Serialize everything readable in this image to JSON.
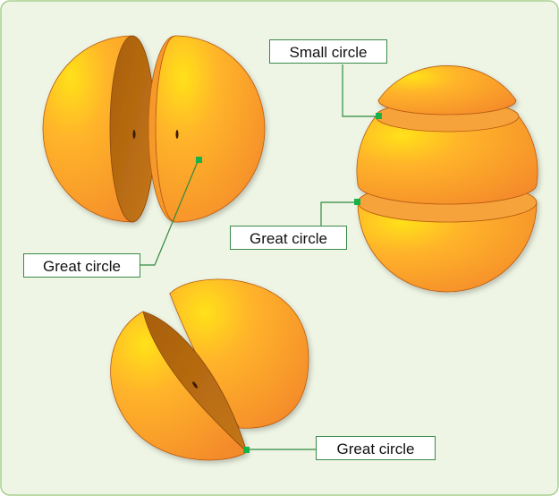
{
  "labels": {
    "small_circle": "Small circle",
    "great_circle_left": "Great circle",
    "great_circle_right": "Great circle",
    "great_circle_bottom": "Great circle"
  },
  "colors": {
    "background": "#eef5e4",
    "frame": "#a9d18e",
    "sphere_light": "#ffe11a",
    "sphere_mid": "#ffb42a",
    "sphere_dark": "#f48a2a",
    "cut_face": "#b8690f",
    "leader_line": "#2f8a3e",
    "marker": "#17b34a"
  }
}
